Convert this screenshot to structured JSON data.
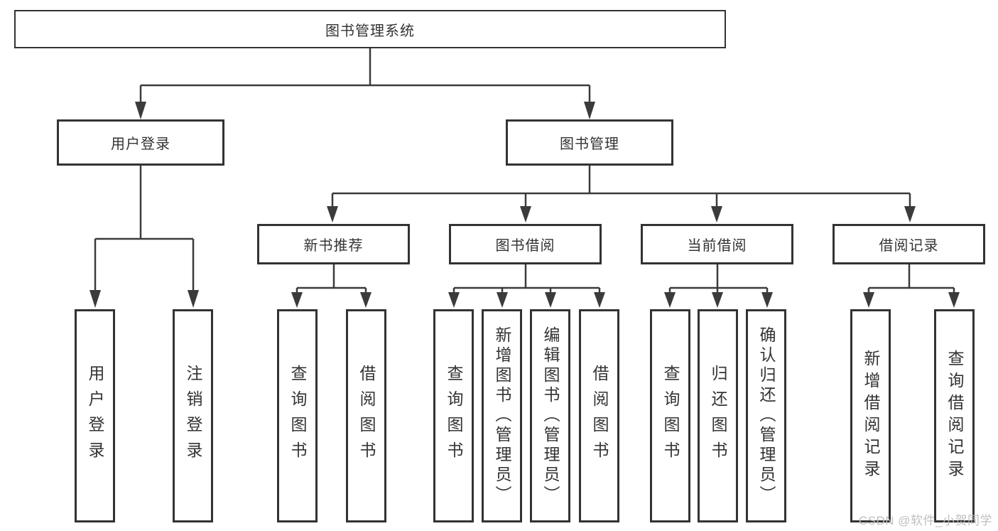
{
  "diagram_type": "hierarchy-tree",
  "tree": {
    "root": {
      "label": "图书管理系统",
      "children": [
        {
          "label": "用户登录",
          "children": [
            {
              "label": "用户登录"
            },
            {
              "label": "注销登录"
            }
          ]
        },
        {
          "label": "图书管理",
          "children": [
            {
              "label": "新书推荐",
              "children": [
                {
                  "label": "查询图书"
                },
                {
                  "label": "借阅图书"
                }
              ]
            },
            {
              "label": "图书借阅",
              "children": [
                {
                  "label": "查询图书"
                },
                {
                  "label": "新增图书（管理员）"
                },
                {
                  "label": "编辑图书（管理员）"
                },
                {
                  "label": "借阅图书"
                }
              ]
            },
            {
              "label": "当前借阅",
              "children": [
                {
                  "label": "查询图书"
                },
                {
                  "label": "归还图书"
                },
                {
                  "label": "确认归还（管理员）"
                }
              ]
            },
            {
              "label": "借阅记录",
              "children": [
                {
                  "label": "新增借阅记录"
                },
                {
                  "label": "查询借阅记录"
                }
              ]
            }
          ]
        }
      ]
    }
  },
  "watermark": {
    "text": "CSDN @软件_小贺同学"
  },
  "colors": {
    "line": "#3b3b3b",
    "box_border": "#333333",
    "box_fill": "#ffffff",
    "text": "#333333",
    "watermark": "#bcbcbc",
    "background": "#ffffff"
  }
}
